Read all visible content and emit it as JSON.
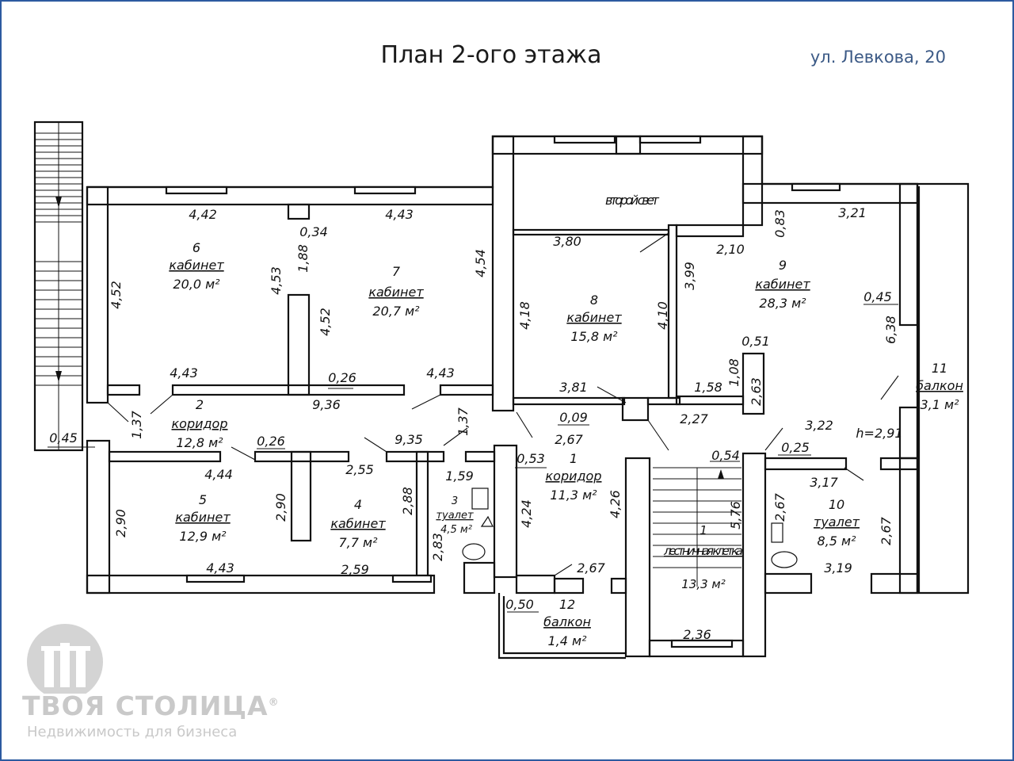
{
  "header": {
    "title": "План 2-ого этажа",
    "address": "ул. Левкова, 20"
  },
  "rooms": [
    {
      "id": "r6",
      "number": "6",
      "name": "кабинет",
      "area": "20,0 м²"
    },
    {
      "id": "r7",
      "number": "7",
      "name": "кабинет",
      "area": "20,7 м²"
    },
    {
      "id": "r8",
      "number": "8",
      "name": "кабинет",
      "area": "15,8 м²"
    },
    {
      "id": "r9",
      "number": "9",
      "name": "кабинет",
      "area": "28,3 м²"
    },
    {
      "id": "r2",
      "number": "2",
      "name": "коридор",
      "area": "12,8 м²"
    },
    {
      "id": "r1",
      "number": "1",
      "name": "коридор",
      "area": "11,3 м²"
    },
    {
      "id": "r5",
      "number": "5",
      "name": "кабинет",
      "area": "12,9 м²"
    },
    {
      "id": "r4",
      "number": "4",
      "name": "кабинет",
      "area": "7,7 м²"
    },
    {
      "id": "r3",
      "number": "3",
      "name": "туалет",
      "area": "4,5 м²"
    },
    {
      "id": "r10",
      "number": "10",
      "name": "туалет",
      "area": "8,5 м²"
    },
    {
      "id": "r11",
      "number": "11",
      "name": "балкон",
      "area": "3,1 м²"
    },
    {
      "id": "r12",
      "number": "12",
      "name": "балкон",
      "area": "1,4 м²"
    },
    {
      "id": "rS",
      "number": "1",
      "name": "лестничная клетка",
      "area": "13,3 м²"
    }
  ],
  "second_light": "второй свет",
  "ceiling_height": "h=2,91",
  "dimensions": [
    "4,42",
    "4,43",
    "4,52",
    "4,53",
    "0,34",
    "1,88",
    "4,52",
    "4,54",
    "4,43",
    "4,43",
    "0,26",
    "9,36",
    "1,37",
    "0,26",
    "9,35",
    "1,37",
    "0,45",
    "4,44",
    "2,90",
    "2,90",
    "4,43",
    "2,55",
    "2,88",
    "2,59",
    "1,59",
    "2,83",
    "3,80",
    "4,18",
    "4,10",
    "3,81",
    "0,09",
    "2,67",
    "0,53",
    "4,24",
    "4,26",
    "2,67",
    "0,50",
    "0,83",
    "3,21",
    "2,10",
    "3,99",
    "0,45",
    "6,38",
    "0,51",
    "1,08",
    "1,58",
    "2,63",
    "2,27",
    "3,22",
    "0,54",
    "5,76",
    "0,25",
    "3,17",
    "2,67",
    "2,67",
    "3,19",
    "2,36"
  ],
  "watermark": {
    "brand": "ТВОЯ СТОЛИЦА",
    "registered": "®",
    "tagline": "Недвижимость для бизнеса"
  },
  "colors": {
    "frame": "#2c5aa0",
    "address": "#3c5a86",
    "walls": "#111111",
    "watermark": "#c9c9c9"
  }
}
